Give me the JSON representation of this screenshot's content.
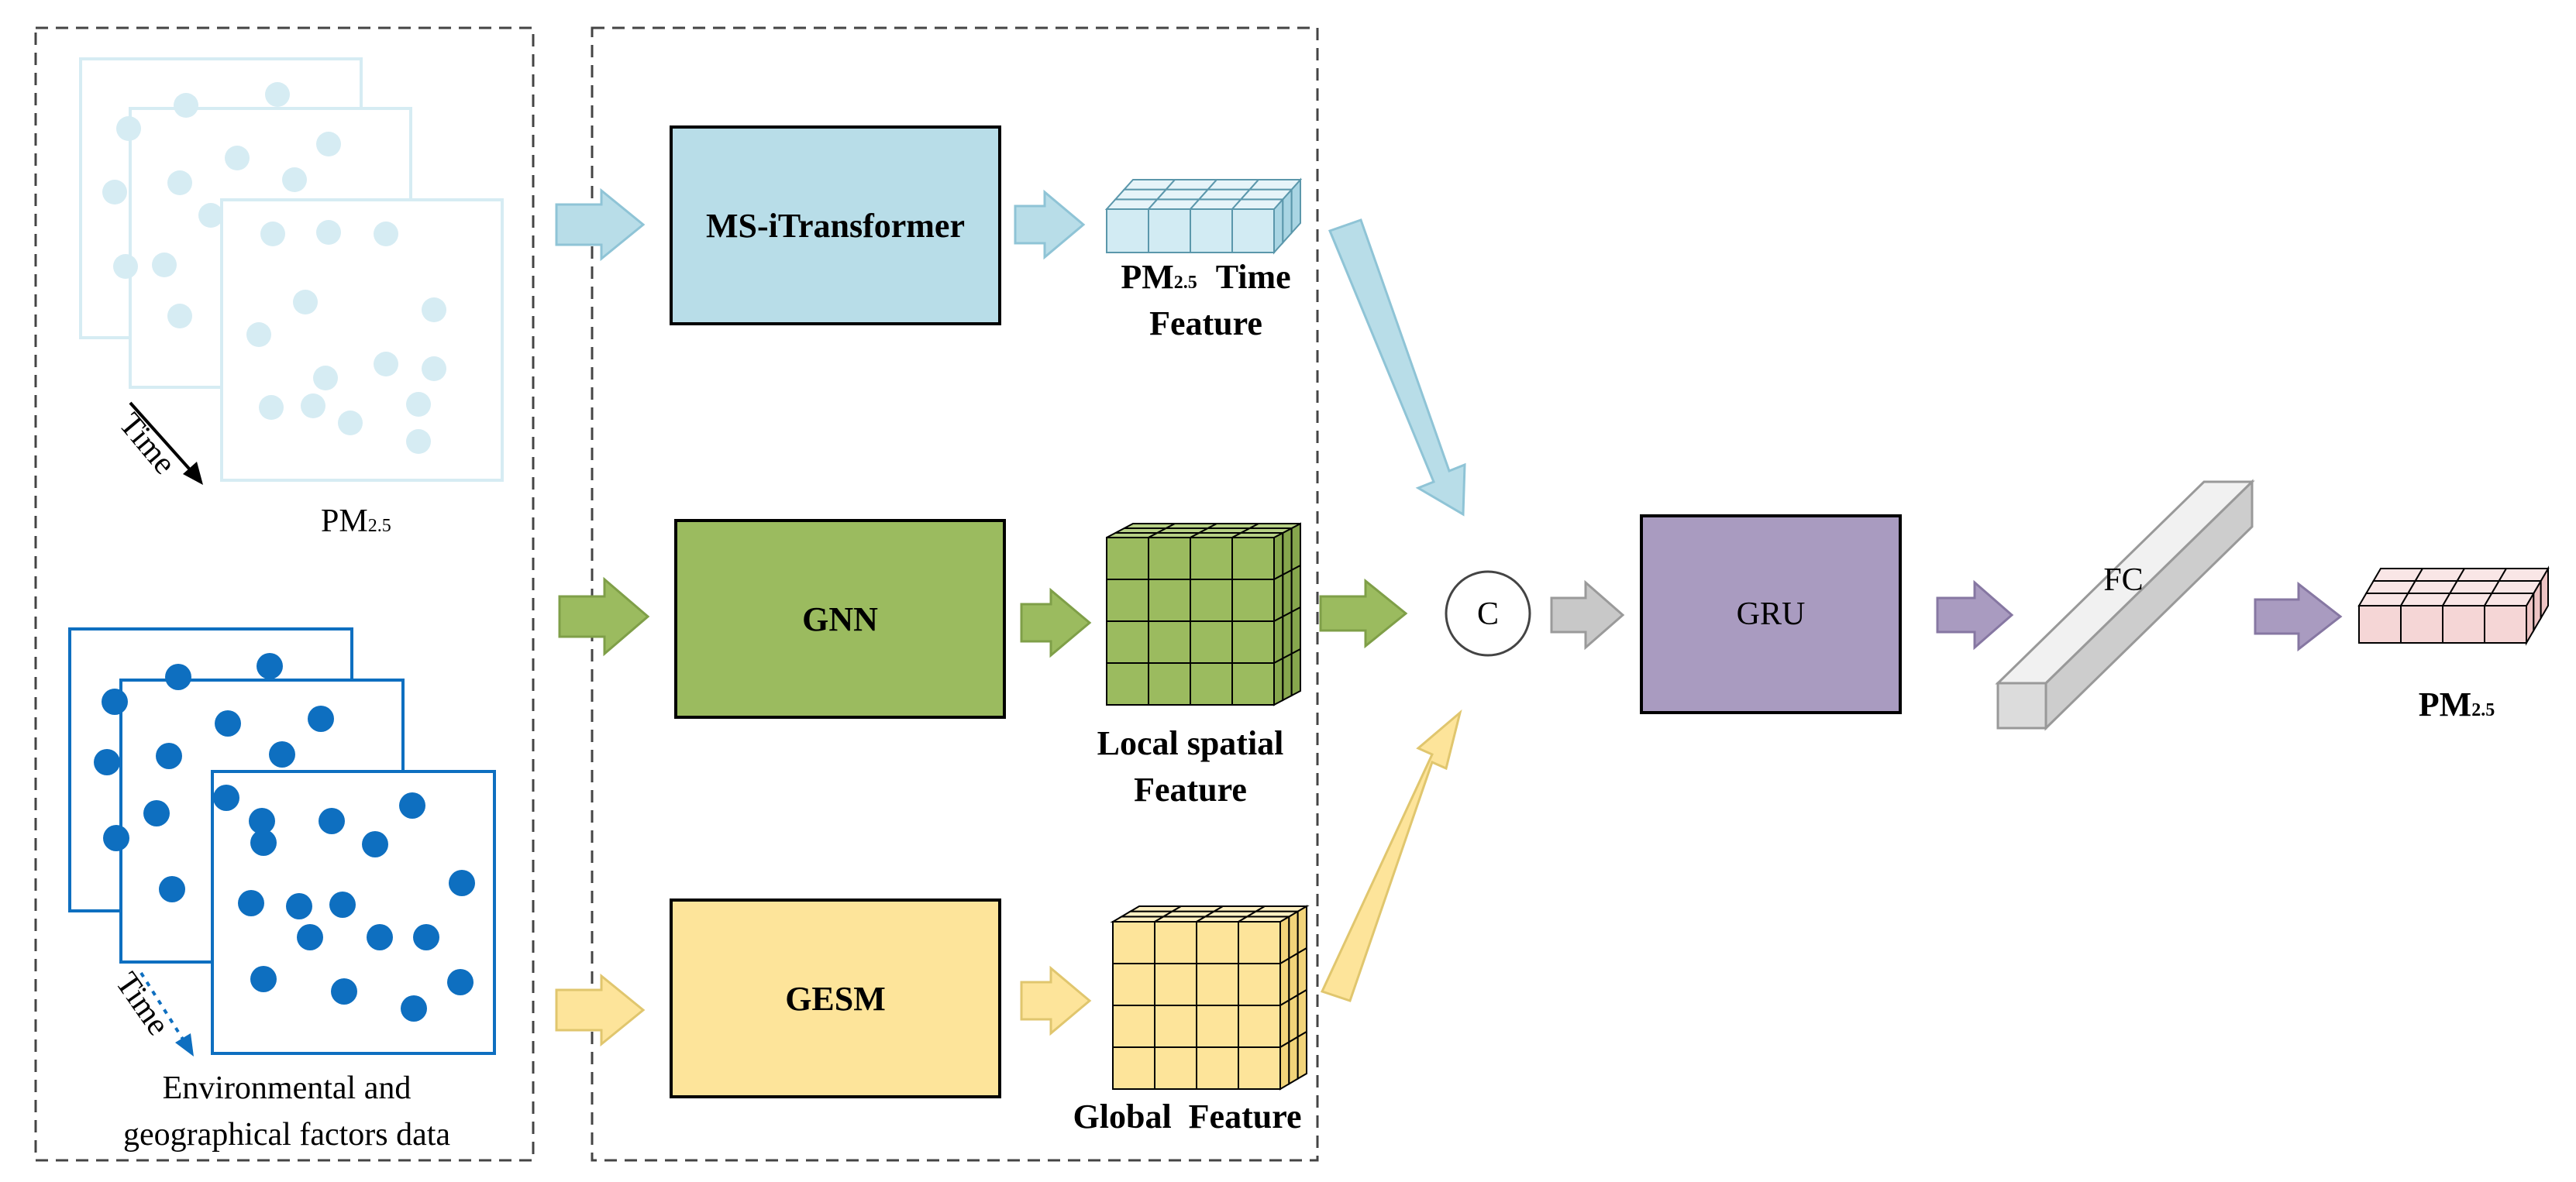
{
  "inputs": {
    "pm25_label": "PM",
    "pm25_sub": "2.5",
    "time_label": "Time",
    "env_label_line1": "Environmental and",
    "env_label_line2": "geographical factors data"
  },
  "modules": {
    "ms_itransformer": "MS-iTransformer",
    "gnn": "GNN",
    "gesm": "GESM"
  },
  "features": {
    "time_feature_prefix": "PM",
    "time_feature_sub": "2.5",
    "time_feature_suffix": "Time",
    "time_feature_line2": "Feature",
    "local_line1": "Local spatial",
    "local_line2": "Feature",
    "global": "Global  Feature"
  },
  "fusion": {
    "concat": "C",
    "gru": "GRU",
    "fc": "FC"
  },
  "output": {
    "label": "PM",
    "sub": "2.5"
  },
  "colors": {
    "blue": "#b8dde8",
    "green": "#9bbb5f",
    "yellow": "#fde49a",
    "purple": "#a99bc0",
    "gray": "#c8c8c8",
    "pink": "#f5d6d6",
    "dot_light": "#d6ecf3",
    "dot_dark": "#0e6fc0"
  }
}
